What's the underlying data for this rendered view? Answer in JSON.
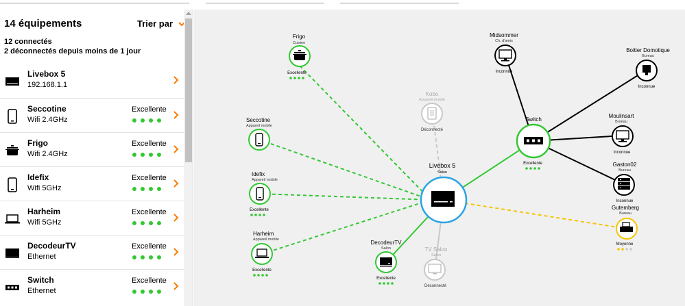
{
  "list": {
    "title": "14 équipements",
    "sort_label": "Trier par",
    "connected": "12 connectés",
    "disconnected_recent": "2 déconnectés depuis moins de 1 jour",
    "devices": [
      {
        "name": "Livebox 5",
        "sub": "192.168.1.1",
        "quality": "",
        "icon": "livebox-icon"
      },
      {
        "name": "Seccotine",
        "sub": "Wifi 2.4GHz",
        "quality": "Excellente",
        "icon": "phone-icon"
      },
      {
        "name": "Frigo",
        "sub": "Wifi 2.4GHz",
        "quality": "Excellente",
        "icon": "pot-icon"
      },
      {
        "name": "Idefix",
        "sub": "Wifi 5GHz",
        "quality": "Excellente",
        "icon": "phone-icon"
      },
      {
        "name": "Harheim",
        "sub": "Wifi 5GHz",
        "quality": "Excellente",
        "icon": "laptop-icon"
      },
      {
        "name": "DecodeurTV",
        "sub": "Ethernet",
        "quality": "Excellente",
        "icon": "tv-box-icon"
      },
      {
        "name": "Switch",
        "sub": "Ethernet",
        "quality": "Excellente",
        "icon": "switch-icon"
      }
    ]
  },
  "map": {
    "hub": {
      "name": "Livebox 5",
      "room": "Salon"
    },
    "nodes": {
      "frigo": {
        "name": "Frigo",
        "room": "Cuisine",
        "status": "Excellente"
      },
      "seccotine": {
        "name": "Seccotine",
        "room": "Appareil mobile",
        "status": ""
      },
      "idefix": {
        "name": "Idefix",
        "room": "Appareil mobile",
        "status": "Excellente"
      },
      "harheim": {
        "name": "Harheim",
        "room": "Appareil mobile",
        "status": "Excellente"
      },
      "decodeur": {
        "name": "DecodeurTV",
        "room": "Salon",
        "status": "Excellente"
      },
      "tvsalon": {
        "name": "TV Salon",
        "room": "Salon",
        "status": "Déconnecté"
      },
      "kobo": {
        "name": "Kobo",
        "room": "Appareil mobile",
        "status": "Déconnecté"
      },
      "switch": {
        "name": "Switch",
        "room": "",
        "status": "Excellente"
      },
      "gutemberg": {
        "name": "Gutemberg",
        "room": "Bureau",
        "status": "Moyenne"
      },
      "midsommer": {
        "name": "Midsommer",
        "room": "Ch. d'amis",
        "status": "Inconnue"
      },
      "domotique": {
        "name": "Boitier Domotique",
        "room": "Bureau",
        "status": "Inconnue"
      },
      "moulinsart": {
        "name": "Moulinsart",
        "room": "Bureau",
        "status": "Inconnue"
      },
      "gaston": {
        "name": "Gaston02",
        "room": "Bureau",
        "status": "Inconnue"
      }
    }
  },
  "colors": {
    "green": "#32c832",
    "orange": "#ff7900",
    "blue": "#29a3e2",
    "yellow": "#f5c400",
    "grey": "#c8c8c8"
  }
}
